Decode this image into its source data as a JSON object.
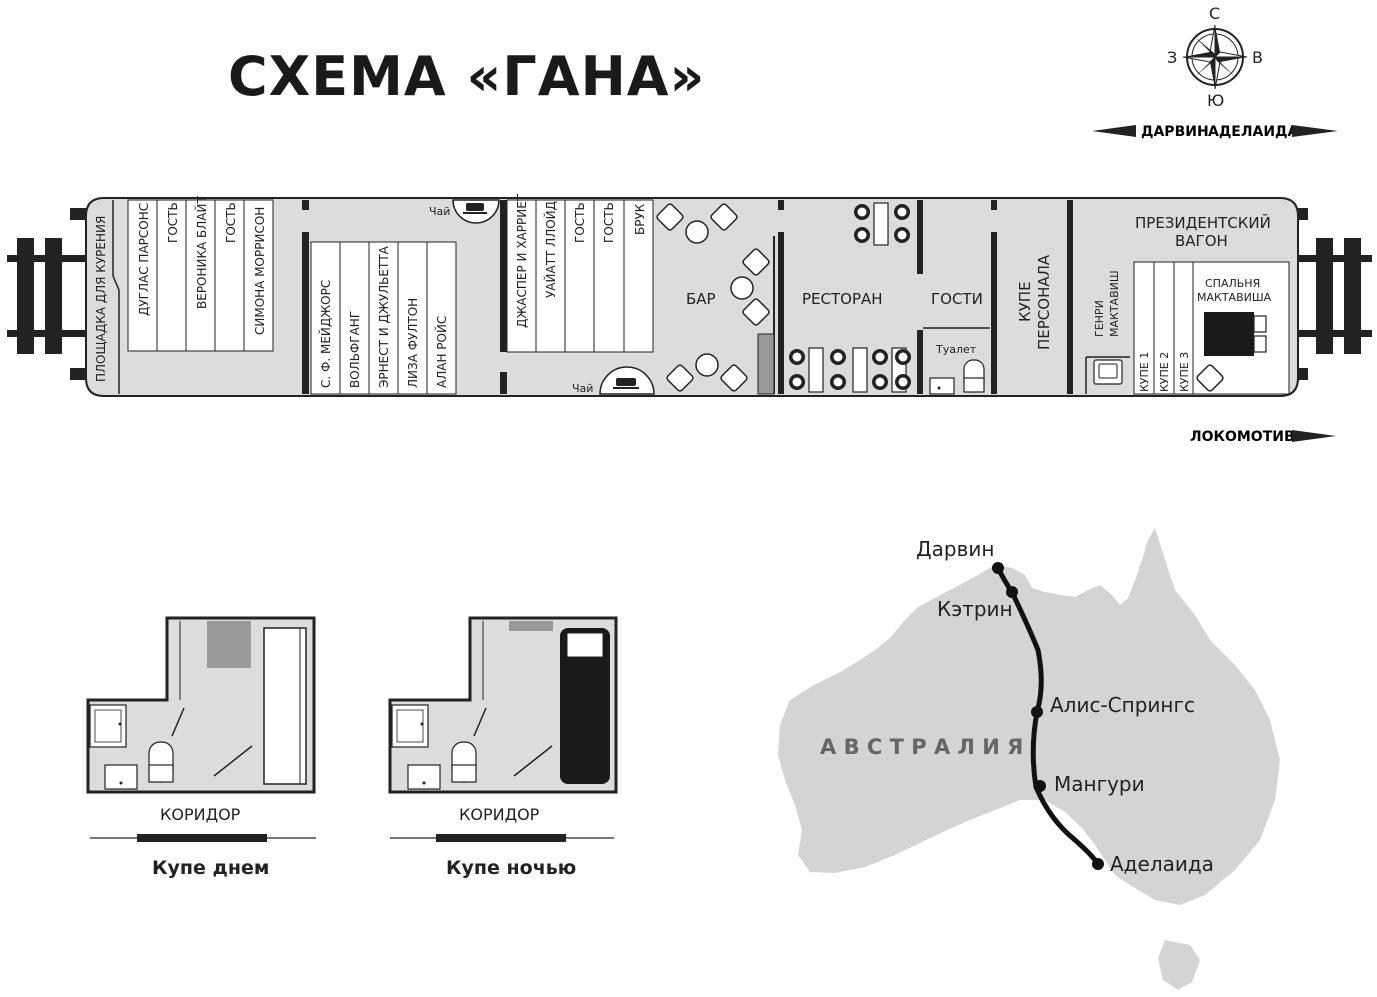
{
  "title": "СХЕМА «ГАНА»",
  "compass": {
    "n": "С",
    "s": "Ю",
    "w": "З",
    "e": "В"
  },
  "direction": {
    "left": "ДАРВИН",
    "right": "АДЕЛАИДА"
  },
  "locomotive": "ЛОКОМОТИВ",
  "car": {
    "smoking": "ПЛОЩАДКА ДЛЯ КУРЕНИЯ",
    "group1": [
      "ДУГЛАС ПАРСОНС",
      "ГОСТЬ",
      "ВЕРОНИКА БЛАЙТ",
      "ГОСТЬ",
      "СИМОНА МОРРИСОН"
    ],
    "group2": [
      "С. Ф. МЕЙДЖОРС",
      "ВОЛЬФГАНГ",
      "ЭРНЕСТ И ДЖУЛЬЕТТА",
      "ЛИЗА ФУЛТОН",
      "АЛАН РОЙС"
    ],
    "group3": [
      "ДЖАСПЕР И ХАРРИЕТ",
      "УАЙАТТ ЛЛОЙД",
      "ГОСТЬ",
      "ГОСТЬ",
      "БРУК"
    ],
    "tea_top": "Чай",
    "tea_bottom": "Чай",
    "bar": "БАР",
    "restaurant": "РЕСТОРАН",
    "guests": "ГОСТИ",
    "toilet": "Туалет",
    "staff_line1": "КУПЕ",
    "staff_line2": "ПЕРСОНАЛА",
    "president_line1": "ПРЕЗИДЕНТСКИЙ",
    "president_line2": "ВАГОН",
    "henry_line1": "ГЕНРИ",
    "henry_line2": "МАКТАВИШ",
    "bedroom_line1": "СПАЛЬНЯ",
    "bedroom_line2": "МАКТАВИША",
    "coupes": [
      "КУПЕ 1",
      "КУПЕ 2",
      "КУПЕ 3"
    ]
  },
  "compartments": [
    {
      "corridor": "КОРИДОР",
      "caption": "Купе днем"
    },
    {
      "corridor": "КОРИДОР",
      "caption": "Купе ночью"
    }
  ],
  "map": {
    "country": "А В С Т Р А Л И Я",
    "cities": [
      "Дарвин",
      "Кэтрин",
      "Алис-Спрингс",
      "Мангури",
      "Аделаида"
    ]
  }
}
